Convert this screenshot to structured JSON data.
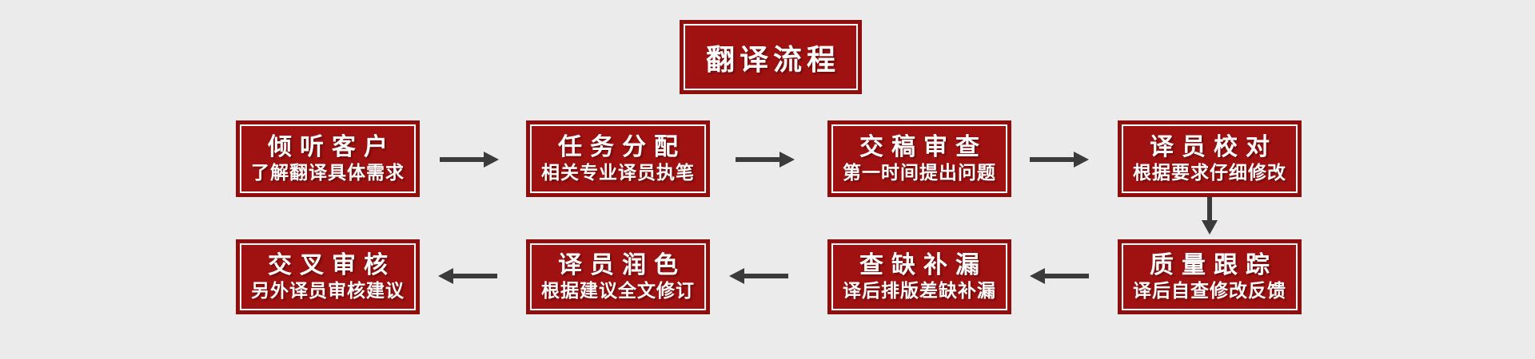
{
  "header": {
    "title": "翻译流程"
  },
  "steps": [
    {
      "title": "倾听客户",
      "subtitle": "了解翻译具体需求"
    },
    {
      "title": "任务分配",
      "subtitle": "相关专业译员执笔"
    },
    {
      "title": "交稿审查",
      "subtitle": "第一时间提出问题"
    },
    {
      "title": "译员校对",
      "subtitle": "根据要求仔细修改"
    },
    {
      "title": "质量跟踪",
      "subtitle": "译后自查修改反馈"
    },
    {
      "title": "查缺补漏",
      "subtitle": "译后排版差缺补漏"
    },
    {
      "title": "译员润色",
      "subtitle": "根据建议全文修订"
    },
    {
      "title": "交叉审核",
      "subtitle": "另外译员审核建议"
    }
  ],
  "icons": {
    "arrow_right": "→",
    "arrow_left": "←",
    "arrow_down": "↓"
  },
  "colors": {
    "background": "#ebebeb",
    "box_fill": "#a01212",
    "box_border": "#8e0e0e",
    "box_inner_line": "#ffffff",
    "text": "#ffffff",
    "arrow": "#3b3b3b"
  }
}
